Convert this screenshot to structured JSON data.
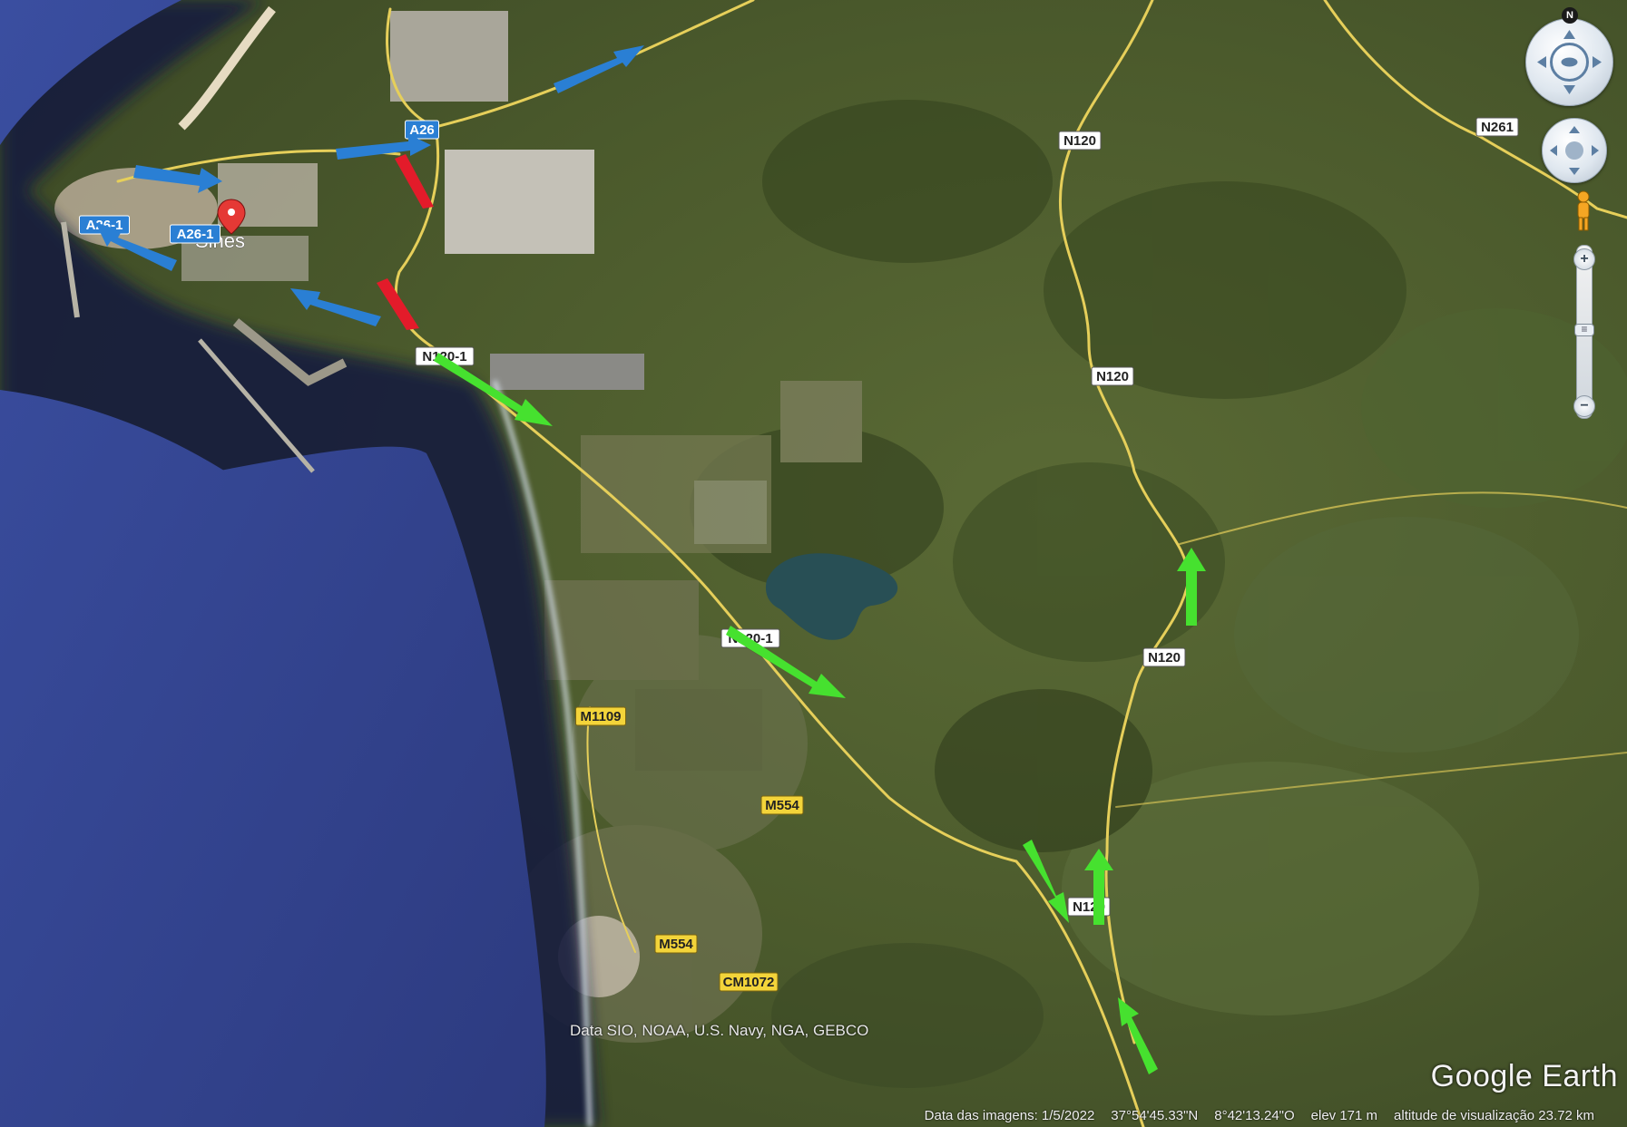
{
  "map": {
    "place_name": "Sines",
    "road_labels": [
      "N120",
      "N120",
      "N120",
      "N120",
      "N261",
      "A26-1",
      "A26",
      "A26-1",
      "N120-1",
      "N120-1",
      "M1109",
      "M554",
      "M554",
      "CM1072"
    ],
    "data_credit": "Data SIO, NOAA, U.S. Navy, NGA, GEBCO",
    "logo": "Google Earth",
    "status": {
      "imagery_date": "Data das imagens: 1/5/2022",
      "lat": "37°54'45.33\"N",
      "lon": "8°42'13.24\"O",
      "elev": "elev   171 m",
      "eye_alt": "altitude de visualização  23.72 km"
    },
    "controls": {
      "compass_north": "N",
      "zoom_in": "+",
      "zoom_out": "−"
    },
    "colors": {
      "sea": "#2f3f86",
      "land": "#4a5a2f",
      "road": "#e6cf5a",
      "arrow_blue": "#2a7fd4",
      "arrow_green": "#46e12f",
      "arrow_red": "#e31b2a"
    }
  }
}
